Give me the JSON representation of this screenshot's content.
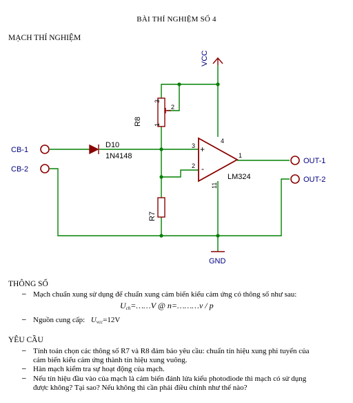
{
  "title": "BÀI THÍ NGHIỆM SỐ 4",
  "circuit": {
    "heading": "MẠCH THÍ NGHIỆM",
    "vcc_label": "VCC",
    "gnd_label": "GND",
    "inputs": [
      "CB-1",
      "CB-2"
    ],
    "outputs": [
      "OUT-1",
      "OUT-2"
    ],
    "diode": {
      "ref": "D10",
      "part": "1N4148"
    },
    "pot": {
      "ref": "R8",
      "pins": [
        "3",
        "2",
        "1"
      ]
    },
    "resistor": {
      "ref": "R7"
    },
    "opamp": {
      "part": "LM324",
      "pins": {
        "in_plus": "3",
        "in_minus": "2",
        "vcc": "4",
        "out": "1",
        "gnd": "11"
      },
      "plus": "+",
      "minus": "-"
    },
    "colors": {
      "wire": "#008000",
      "symbol": "#8b0000",
      "label": "#000080",
      "ref_text": "#000000"
    }
  },
  "params": {
    "heading": "THÔNG SỐ",
    "bullet1": "Mạch chuẩn xung sử dụng để chuẩn xung cảm biến kiểu cảm ứng có thông số như sau:",
    "formula1": {
      "u": "U",
      "sub": "ch",
      "rest": "=……V @  n=………v / p"
    },
    "bullet2": {
      "text": "Nguồn cung cấp:",
      "u": "U",
      "sub": "vcc",
      "rest": "=12V"
    }
  },
  "requirements": {
    "heading": "YÊU CẦU",
    "items": [
      "Tính toán chọn các thông số R7 và R8 đảm bảo yêu cầu: chuẩn tín hiệu xung phi tuyến của",
      "cảm biến kiểu cảm ứng thành tín hiệu xung vuông.",
      "Hàn mạch kiểm tra sự hoạt động của mạch.",
      "Nếu tín hiệu đầu vào của mạch là cảm biến đánh lửa kiểu photodiode thì mạch có sử dụng",
      "được không? Tại sao? Nếu không thì cần phải điều chỉnh như thế nào?"
    ]
  },
  "dash": "–"
}
